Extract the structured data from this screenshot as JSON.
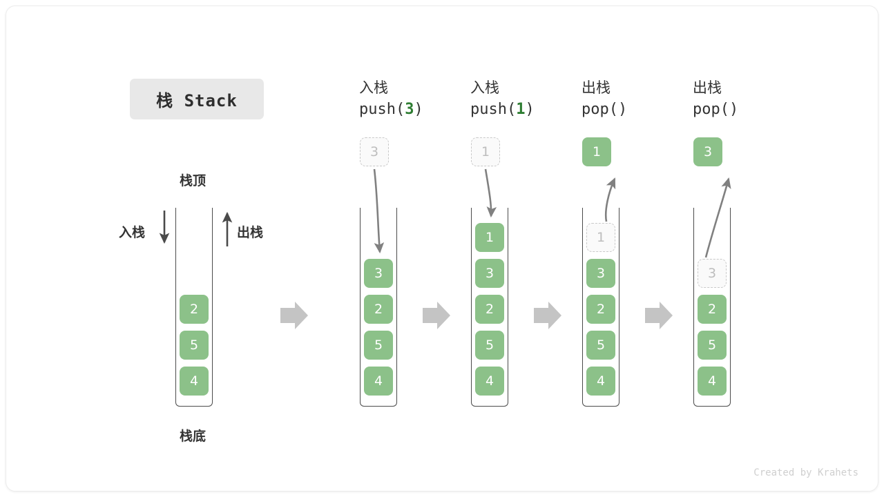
{
  "title_badge": "栈 Stack",
  "labels": {
    "top": "栈顶",
    "bottom": "栈底",
    "push": "入栈",
    "pop": "出栈"
  },
  "credit": "Created by Krahets",
  "colors": {
    "element_green": "#8cc189",
    "arg_green": "#2e7d32",
    "ghost_gray": "#bdbdbd",
    "arrow_gray": "#808080",
    "transition_arrow": "#c4c4c4",
    "badge_bg": "#e8e8e8",
    "text_dark": "#333333"
  },
  "columns": [
    {
      "id": "initial",
      "head_cn": "",
      "head_code_prefix": "",
      "head_code_arg": "",
      "head_code_suffix": "",
      "cells": [
        {
          "value": "2",
          "state": "solid"
        },
        {
          "value": "5",
          "state": "solid"
        },
        {
          "value": "4",
          "state": "solid"
        }
      ],
      "float": null
    },
    {
      "id": "push-3",
      "head_cn": "入栈",
      "head_code_prefix": "push(",
      "head_code_arg": "3",
      "head_code_suffix": ")",
      "cells": [
        {
          "value": "3",
          "state": "solid"
        },
        {
          "value": "2",
          "state": "solid"
        },
        {
          "value": "5",
          "state": "solid"
        },
        {
          "value": "4",
          "state": "solid"
        }
      ],
      "float": {
        "value": "3",
        "state": "ghost",
        "direction": "down"
      }
    },
    {
      "id": "push-1",
      "head_cn": "入栈",
      "head_code_prefix": "push(",
      "head_code_arg": "1",
      "head_code_suffix": ")",
      "cells": [
        {
          "value": "1",
          "state": "solid"
        },
        {
          "value": "3",
          "state": "solid"
        },
        {
          "value": "2",
          "state": "solid"
        },
        {
          "value": "5",
          "state": "solid"
        },
        {
          "value": "4",
          "state": "solid"
        }
      ],
      "float": {
        "value": "1",
        "state": "ghost",
        "direction": "down"
      }
    },
    {
      "id": "pop-1",
      "head_cn": "出栈",
      "head_code_prefix": "pop(",
      "head_code_arg": "",
      "head_code_suffix": ")",
      "cells": [
        {
          "value": "1",
          "state": "ghost"
        },
        {
          "value": "3",
          "state": "solid"
        },
        {
          "value": "2",
          "state": "solid"
        },
        {
          "value": "5",
          "state": "solid"
        },
        {
          "value": "4",
          "state": "solid"
        }
      ],
      "float": {
        "value": "1",
        "state": "solid",
        "direction": "up"
      }
    },
    {
      "id": "pop-3",
      "head_cn": "出栈",
      "head_code_prefix": "pop(",
      "head_code_arg": "",
      "head_code_suffix": ")",
      "cells": [
        {
          "value": "3",
          "state": "ghost"
        },
        {
          "value": "2",
          "state": "solid"
        },
        {
          "value": "5",
          "state": "solid"
        },
        {
          "value": "4",
          "state": "solid"
        }
      ],
      "float": {
        "value": "3",
        "state": "solid",
        "direction": "up"
      }
    }
  ],
  "transitions": [
    "arrow-right",
    "arrow-right",
    "arrow-right",
    "arrow-right"
  ]
}
